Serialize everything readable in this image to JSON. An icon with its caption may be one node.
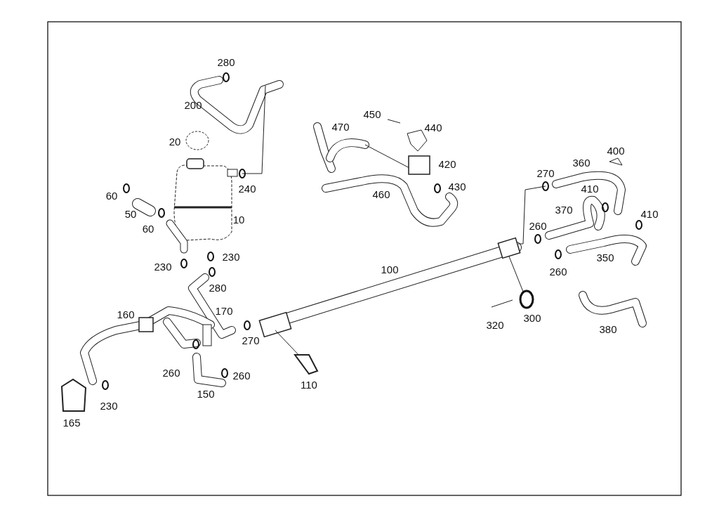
{
  "diagram": {
    "labels": [
      "280",
      "200",
      "450",
      "470",
      "440",
      "20",
      "400",
      "420",
      "360",
      "270",
      "240",
      "430",
      "60",
      "410",
      "460",
      "50",
      "370",
      "410",
      "60",
      "10",
      "260",
      "230",
      "350",
      "230",
      "100",
      "260",
      "280",
      "160",
      "170",
      "380",
      "320",
      "300",
      "270",
      "260",
      "260",
      "110",
      "150",
      "230",
      "165"
    ]
  }
}
